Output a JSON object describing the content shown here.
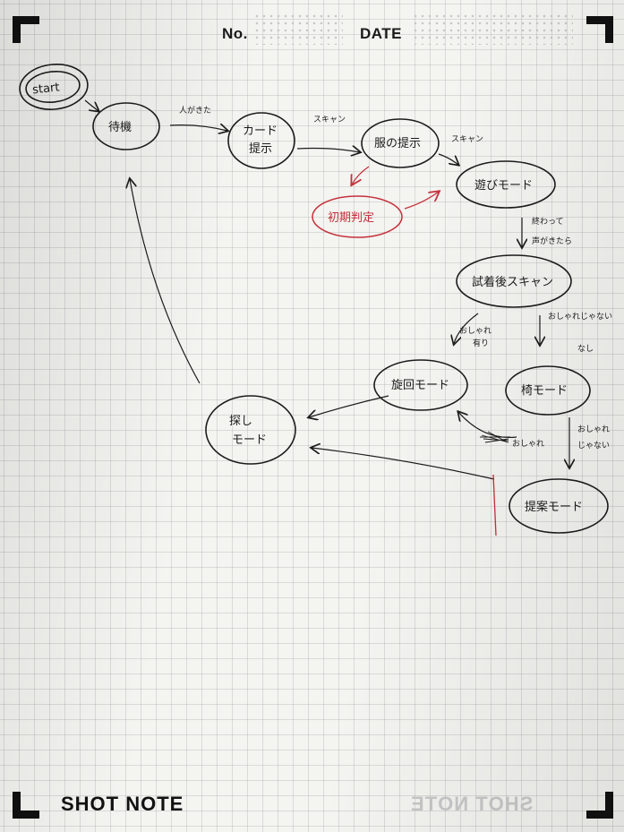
{
  "sheet": {
    "number_label": "No.",
    "date_label": "DATE",
    "brand": "SHOT NOTE",
    "brand_mirrored": "SHOT NOTE"
  },
  "diagram": {
    "nodes": {
      "start": "start",
      "taiki": "待機",
      "card": [
        "カード",
        "提示"
      ],
      "clothes": "服の提示",
      "play": "遊びモード",
      "hantei": "初期判定",
      "shichaku": "試着後スキャン",
      "kaiten": "旋回モード",
      "tsumaki": "椅モード",
      "sagashi": [
        "探し",
        "モード"
      ],
      "teian": "提案モード"
    },
    "edges": {
      "person_came": "人がきた",
      "scan1": "スキャン",
      "scan2": "スキャン",
      "finished_voice": [
        "終わって",
        "声がきたら"
      ],
      "oshare_ari": [
        "おしゃれ",
        "有り"
      ],
      "oshare_nashi": [
        "おしゃれじゃない",
        "なし"
      ],
      "oshare": "おしゃれ",
      "oshare_janai": [
        "おしゃれ",
        "じゃない"
      ]
    },
    "colors": {
      "ink": "#1c1c1c",
      "red": "#c4313b"
    }
  }
}
